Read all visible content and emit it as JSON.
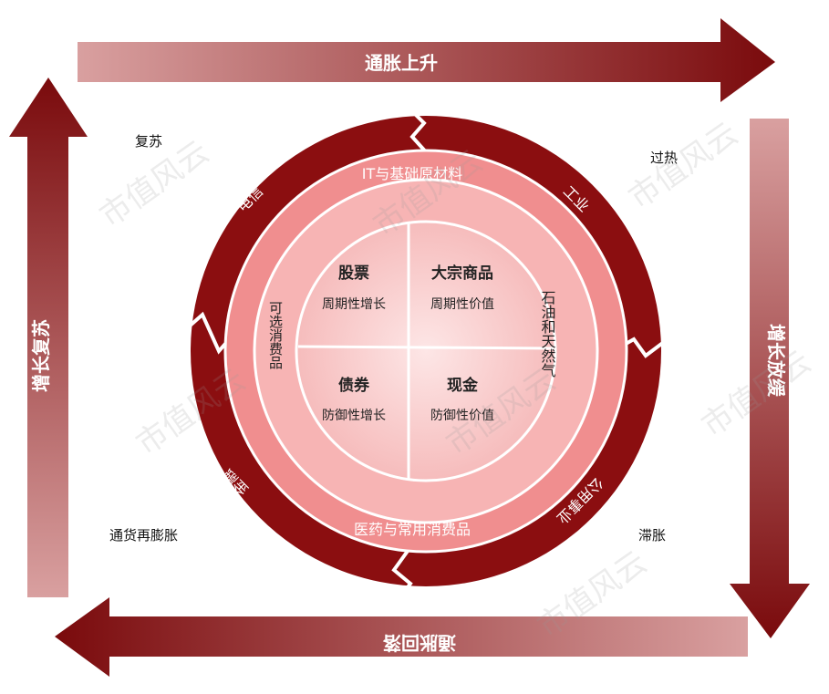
{
  "arrows": {
    "top": "通胀上升",
    "right": "增长放缓",
    "bottom": "通胀回落",
    "left": "增长复苏"
  },
  "phases": {
    "top_left": "复苏",
    "top_right": "过热",
    "bottom_right": "滞胀",
    "bottom_left": "通货再膨胀"
  },
  "outer_ring": {
    "top_left": "电信",
    "top_right": "工业",
    "bottom_right": "公用事业",
    "bottom_left": "金融"
  },
  "middle_ring": {
    "top": "IT与基础原材料",
    "right": "石油和天然气",
    "bottom": "医药与常用消费品",
    "left": "可选消费品"
  },
  "quadrants": [
    {
      "asset": "股票",
      "style": "周期性增长"
    },
    {
      "asset": "大宗商品",
      "style": "周期性价值"
    },
    {
      "asset": "债券",
      "style": "防御性增长"
    },
    {
      "asset": "现金",
      "style": "防御性价值"
    }
  ],
  "watermark": "市值风云",
  "colors": {
    "dark_red": "#8b0e10",
    "mid_pink": "#f0888a",
    "light_pink": "#fad5d5"
  }
}
